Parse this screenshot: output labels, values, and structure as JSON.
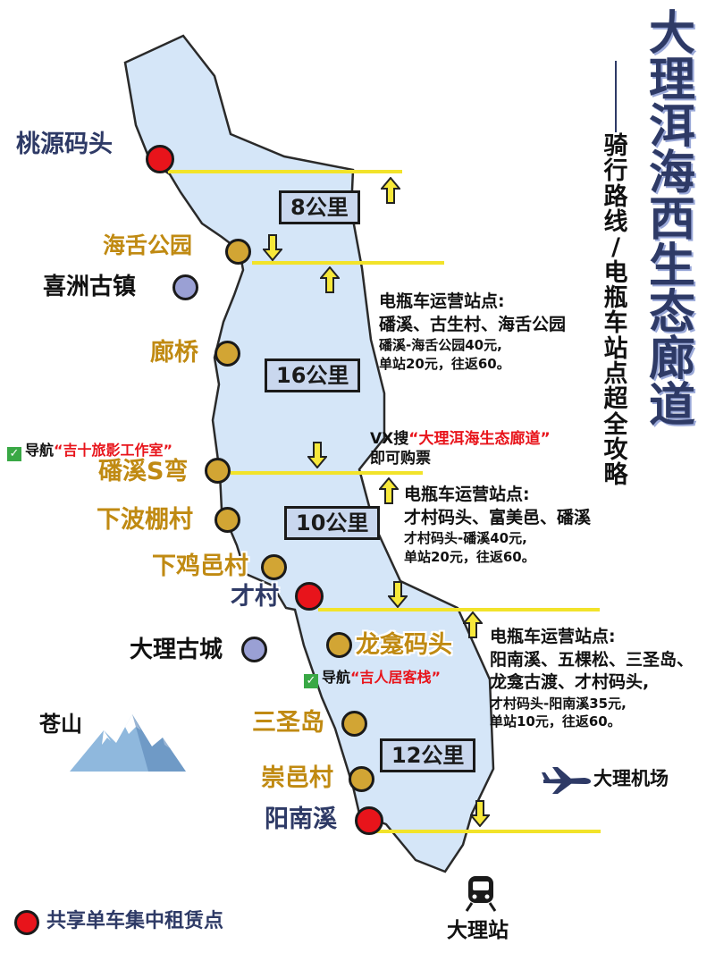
{
  "title": {
    "chars": [
      "大",
      "理",
      "洱",
      "海",
      "西",
      "生",
      "态",
      "廊",
      "道"
    ],
    "subtitle_chars": [
      "骑",
      "行",
      "路",
      "线",
      "/",
      "电",
      "瓶",
      "车",
      "站",
      "点",
      "超",
      "全",
      "攻",
      "略"
    ]
  },
  "places": {
    "taoyuan": "桃源码头",
    "haishe": "海舌公园",
    "xizhou": "喜洲古镇",
    "langqiao": "廊桥",
    "panxi": "磻溪S弯",
    "xiabo": "下波棚村",
    "xiaji": "下鸡邑村",
    "caicun": "才村",
    "dali_gucheng": "大理古城",
    "longkan": "龙龛码头",
    "sanshengdao": "三圣岛",
    "chongyi": "崇邑村",
    "yangnanxi": "阳南溪",
    "cangshan": "苍山",
    "airport": "大理机场",
    "station": "大理站"
  },
  "distances": {
    "d1": "8公里",
    "d2": "16公里",
    "d3": "10公里",
    "d4": "12公里"
  },
  "stations": {
    "s1": {
      "heading": "电瓶车运营站点:",
      "line1": "磻溪、古生村、海舌公园",
      "line2": "磻溪-海舌公园40元,",
      "line3": "单站20元，往返60。"
    },
    "s2": {
      "heading": "电瓶车运营站点:",
      "line1": "才村码头、富美邑、磻溪",
      "line2": "才村码头-磻溪40元,",
      "line3": "单站20元，往返60。"
    },
    "s3": {
      "heading": "电瓶车运营站点:",
      "line1": "阳南溪、五棵松、三圣岛、",
      "line2": "龙龛古渡、才村码头,",
      "line3": "才村码头-阳南溪35元,",
      "line4": "单站10元，往返60。"
    }
  },
  "vx": {
    "prefix": "VX搜",
    "highlight": "“大理洱海生态廊道”",
    "line2": "即可购票"
  },
  "nav1": {
    "prefix": "导航",
    "highlight": "“吉十旅影工作室”"
  },
  "nav2": {
    "prefix": "导航",
    "highlight": "“吉人居客栈”"
  },
  "legend": {
    "label": "共享单车集中租赁点"
  },
  "colors": {
    "lake": "#d5e6f8",
    "red_dot": "#e8141b",
    "gold_dot": "#d2a534",
    "purple_dot": "#9aa0d4",
    "yellow_line": "#f2e32a",
    "title_navy": "#2e3a66",
    "place_gold": "#c08a12"
  }
}
